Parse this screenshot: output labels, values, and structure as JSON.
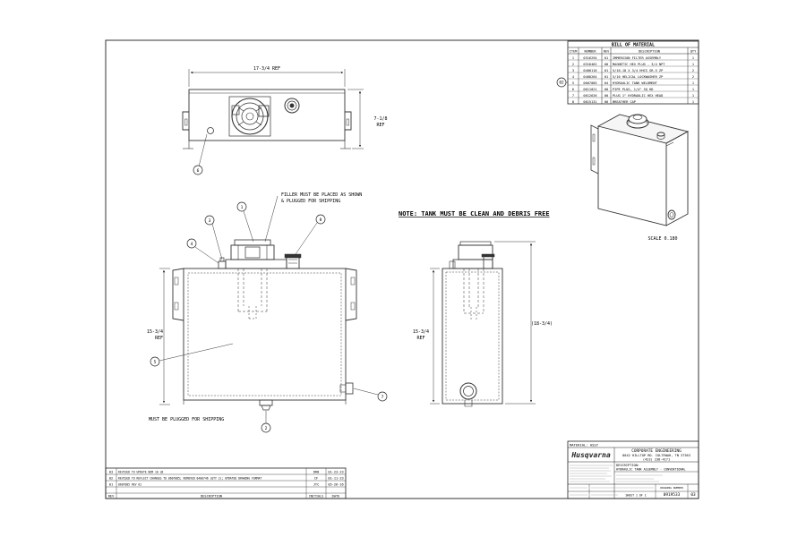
{
  "bom": {
    "title": "BILL OF MATERIAL",
    "headers": {
      "item": "ITEM",
      "number": "NUMBER",
      "rev": "REV",
      "description": "DESCRIPTION",
      "qty": "QTY"
    },
    "rows": [
      {
        "item": "1",
        "number": "0316294",
        "rev": "01",
        "description": "IMMERSION FILTER ASSEMBLY",
        "qty": "1"
      },
      {
        "item": "2",
        "number": "0316462",
        "rev": "00",
        "description": "MAGNETIC HEX PLUG - 3/4 NPT",
        "qty": "1"
      },
      {
        "item": "3",
        "number": "0400116",
        "rev": "01",
        "description": "5/16-18 X 3/4 HHCS GR.5 ZP",
        "qty": "2"
      },
      {
        "item": "4",
        "number": "0400264",
        "rev": "01",
        "description": "5/16 HELICAL LOCKWASHER ZP",
        "qty": "2"
      },
      {
        "item": "5",
        "number": "0607085",
        "rev": "04",
        "description": "HYDRAULIC TANK WELDMENT",
        "qty": "1"
      },
      {
        "item": "6",
        "number": "0611021",
        "rev": "00",
        "description": "PIPE PLUG, 1/4\" SQ HD",
        "qty": "1"
      },
      {
        "item": "7",
        "number": "0612626",
        "rev": "00",
        "description": "PLUG 1\" HYDRAULIC HEX HEAD",
        "qty": "1"
      },
      {
        "item": "8",
        "number": "0615131",
        "rev": "00",
        "description": "BREATHER CAP",
        "qty": "1"
      }
    ]
  },
  "bom_callout": "02",
  "dims": {
    "top_width": "17-3/4 REF",
    "top_height_line1": "7-1/8",
    "top_height_line2": "REF",
    "front_height_line1": "15-3/4",
    "front_height_line2": "REF",
    "side_height": "(18-3/4)"
  },
  "notes": {
    "filler_line1": "FILLER MUST BE PLACED AS SHOWN",
    "filler_line2": "& PLUGGED FOR SHIPPING",
    "clean": "NOTE: TANK MUST BE CLEAN AND DEBRIS FREE",
    "plugged": "MUST BE PLUGGED FOR SHIPPING",
    "scale": "SCALE  0.180"
  },
  "balloons": [
    "1",
    "2",
    "3",
    "4",
    "5",
    "6",
    "7",
    "8"
  ],
  "revisions": {
    "rows": [
      {
        "rev": "03",
        "description": "REVISED TO UPDATE BOM 10 LB",
        "by": "DRB",
        "date": "01-23-23"
      },
      {
        "rev": "02",
        "description": "REVISED TO REFLECT CHANGES TO 0607085; REMOVED 0400746 (QTY 2); UPDATED DRAWING FORMAT",
        "by": "CF",
        "date": "01-11-23"
      },
      {
        "rev": "01",
        "description": "0607085 REV 01",
        "by": "JTC",
        "date": "05-26-16"
      }
    ],
    "headers": {
      "rev": "REV",
      "description": "DESCRIPTION",
      "initials": "INITIALS",
      "date": "DATE"
    }
  },
  "title_block": {
    "logo": "Husqvarna",
    "material_label": "MATERIAL: ASSY",
    "company": "CORPORATE ENGINEERING",
    "address": "8042 HILLTOP RD. COLTEWAH, TN 37363",
    "phone": "(423) 238-4171",
    "description_label": "DESCRIPTION:",
    "description_line1": "HYDRAULIC TANK ASSEMBLY - CONVENTIONAL",
    "drawing_number_label": "DRAWING NUMBER",
    "drawing_number": "0919533",
    "rev": "03",
    "sheet": "SHEET 1 OF 1"
  }
}
